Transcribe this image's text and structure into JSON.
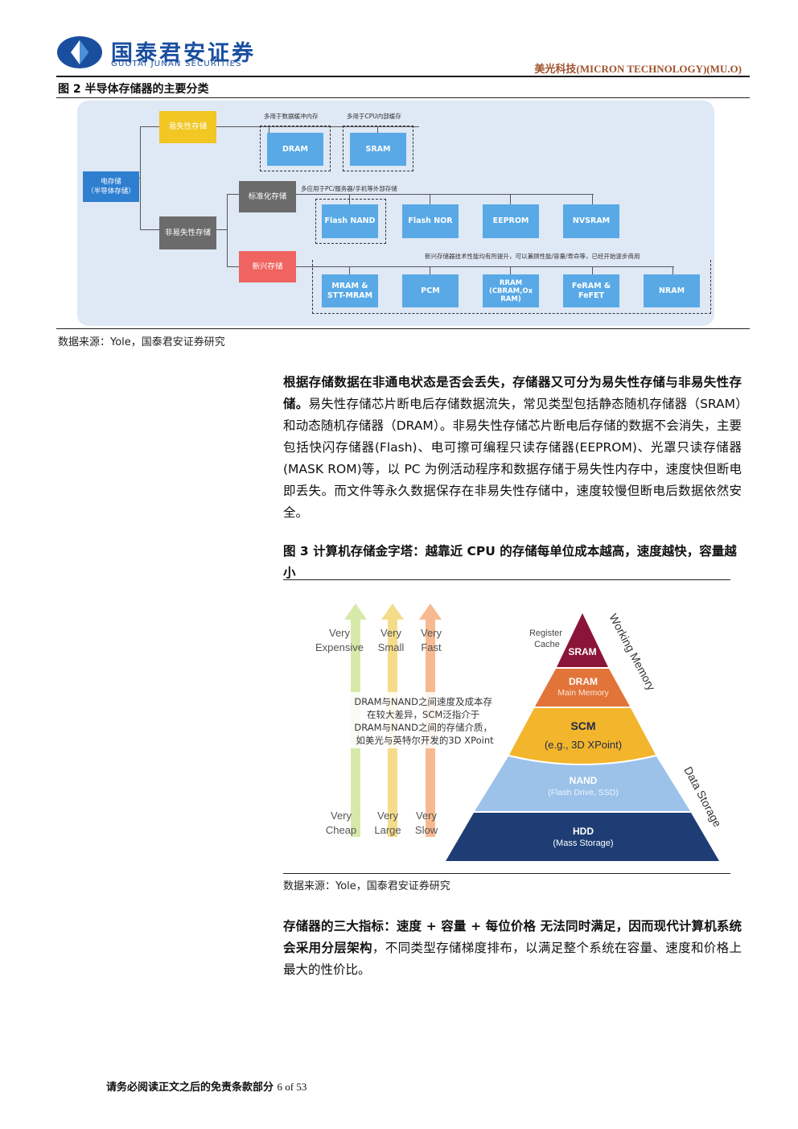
{
  "header": {
    "logo_cn": "国泰君安证券",
    "logo_en": "GUOTAI JUNAN SECURITIES",
    "right_title": "美光科技(MICRON TECHNOLOGY)(MU.O)"
  },
  "figure2": {
    "title": "图 2 半导体存储器的主要分类",
    "root": "电存储\n（半导体存储）",
    "volatile": "易失性存储",
    "nonvolatile": "非易失性存储",
    "standardized": "标准化存储",
    "emerging": "新兴存储",
    "note_dram": "多用于数据缓冲内存",
    "note_sram": "多用于CPU内部缓存",
    "note_std": "多应用于PC/服务器/手机等外部存储",
    "note_emerging": "新兴存储器技术性能均有所提升，可以兼顾性能/容量/寿命等，已经开始逐步商用",
    "volatile_items": [
      "DRAM",
      "SRAM"
    ],
    "std_items": [
      "Flash NAND",
      "Flash NOR",
      "EEPROM",
      "NVSRAM"
    ],
    "emerging_items": [
      "MRAM &\nSTT-MRAM",
      "PCM",
      "RRAM\n(CBRAM,Ox\nRAM)",
      "FeRAM &\nFeFET",
      "NRAM"
    ],
    "source": "数据来源：Yole，国泰君安证券研究"
  },
  "paragraph1": {
    "bold": "根据存储数据在非通电状态是否会丢失，存储器又可分为易失性存储与非易失性存储。",
    "text": "易失性存储芯片断电后存储数据流失，常见类型包括静态随机存储器（SRAM）和动态随机存储器（DRAM）。非易失性存储芯片断电后存储的数据不会消失，主要包括快闪存储器(Flash)、电可擦可编程只读存储器(EEPROM)、光罩只读存储器(MASK ROM)等，以 PC 为例活动程序和数据存储于易失性内存中，速度快但断电即丢失。而文件等永久数据保存在非易失性存储中，速度较慢但断电后数据依然安全。"
  },
  "figure3": {
    "title": "图 3 计算机存储金字塔：越靠近 CPU 的存储每单位成本越高，速度越快，容量越小",
    "top_labels": [
      "Very\nExpensive",
      "Very\nSmall",
      "Very\nFast"
    ],
    "bottom_labels": [
      "Very\nCheap",
      "Very\nLarge",
      "Very\nSlow"
    ],
    "middle_note": "DRAM与NAND之间速度及成本存\n在较大差异，SCM泛指介于\nDRAM与NAND之间的存储介质，\n如美光与英特尔开发的3D XPoint",
    "register_cache": "Register\nCache",
    "levels": [
      {
        "name": "SRAM",
        "sub": ""
      },
      {
        "name": "DRAM",
        "sub": "Main Memory"
      },
      {
        "name": "SCM",
        "sub": "(e.g., 3D XPoint)"
      },
      {
        "name": "NAND",
        "sub": "(Flash Drive, SSD)"
      },
      {
        "name": "HDD",
        "sub": "(Mass Storage)"
      }
    ],
    "side_working": "Working Memory",
    "side_data": "Data Storage",
    "source": "数据来源：Yole，国泰君安证券研究"
  },
  "paragraph2": {
    "bold": "存储器的三大指标：速度 + 容量 + 每位价格 无法同时满足，因而现代计算机系统会采用分层架构",
    "text": "，不同类型存储梯度排布，以满足整个系统在容量、速度和价格上最大的性价比。"
  },
  "footer": {
    "text": "请务必阅读正文之后的免责条款部分",
    "page": "6 of 53"
  },
  "colors": {
    "brand_blue": "#1a4fa0",
    "header_brown": "#a0522d",
    "sram": "#8b1538",
    "dram": "#e2743a",
    "scm": "#f2b52c",
    "nand": "#9cc2ea",
    "hdd": "#1e3d74"
  }
}
